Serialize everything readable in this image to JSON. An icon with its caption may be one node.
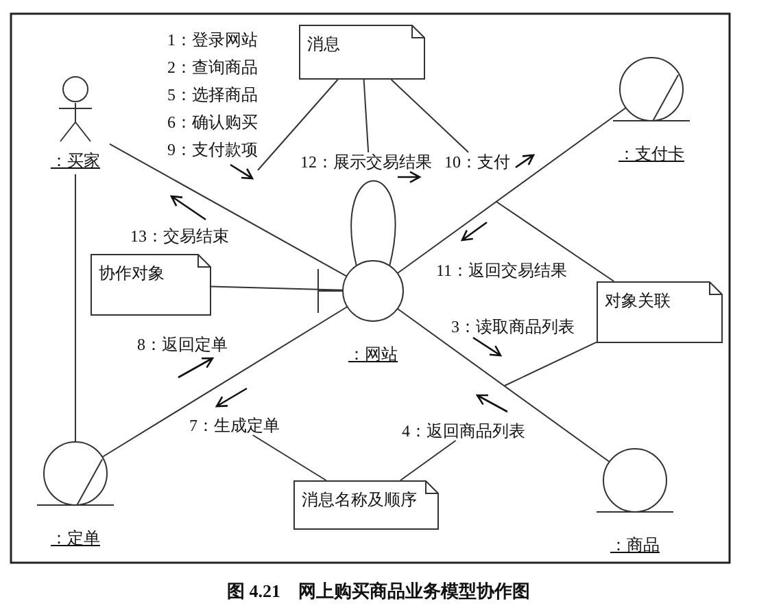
{
  "diagram": {
    "caption": "图 4.21　网上购买商品业务模型协作图",
    "nodes": [
      {
        "text": [
          "：买家"
        ]
      },
      {
        "text": [
          "消息"
        ]
      },
      {
        "text": [
          "：支付卡"
        ]
      },
      {
        "text": [
          "协作对象"
        ]
      },
      {
        "text": [
          "：网站"
        ]
      },
      {
        "text": [
          "对象关联"
        ]
      },
      {
        "text": [
          "：定单"
        ]
      },
      {
        "text": [
          "消息名称及顺序"
        ]
      },
      {
        "text": [
          "：商品"
        ]
      },
      {
        "text": [
          "12：展示交易结果"
        ]
      },
      {
        "text": [
          "10：支付"
        ]
      },
      {
        "text": [
          "7：生成定单"
        ]
      },
      {
        "text": [
          "4：返回商品列表"
        ]
      }
    ],
    "edges": [
      {
        "from": 0,
        "to": 4,
        "arrow": "none"
      },
      {
        "from": 4,
        "to": 2,
        "arrow": "none"
      },
      {
        "from": 4,
        "to": 8,
        "arrow": "none"
      },
      {
        "from": 4,
        "to": 6,
        "arrow": "none"
      },
      {
        "from": 0,
        "to": 6,
        "arrow": "none"
      },
      {
        "from": 4,
        "to": 4,
        "arrow": "none"
      },
      {
        "from": 1,
        "to": null,
        "arrow": "none"
      },
      {
        "from": 1,
        "to": 9,
        "arrow": "none"
      },
      {
        "from": 1,
        "to": 10,
        "arrow": "none"
      },
      {
        "from": 3,
        "to": 4,
        "arrow": "none"
      },
      {
        "from": 5,
        "to": null,
        "arrow": "none"
      },
      {
        "from": 5,
        "to": null,
        "arrow": "none"
      },
      {
        "from": 7,
        "to": 11,
        "arrow": "none"
      },
      {
        "from": 7,
        "to": 12,
        "arrow": "none"
      }
    ],
    "labels": [
      "1：登录网站",
      "2：查询商品",
      "5：选择商品",
      "6：确认购买",
      "9：支付款项",
      "13：交易结束",
      "11：返回交易结果",
      "8：返回定单",
      "3：读取商品列表"
    ]
  }
}
